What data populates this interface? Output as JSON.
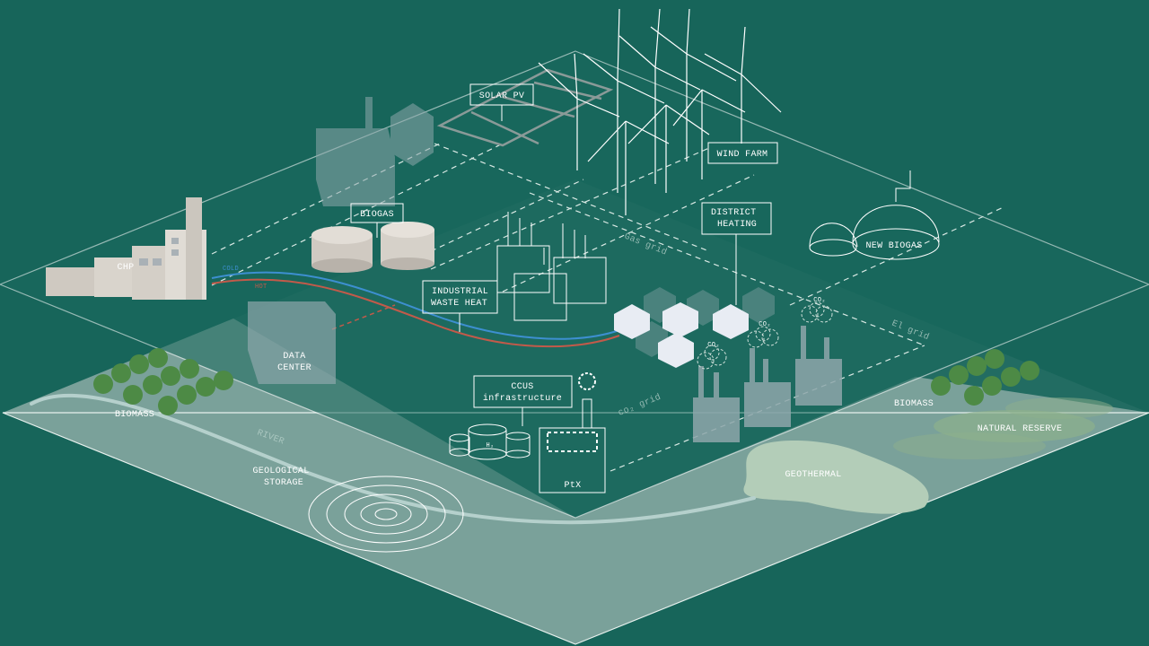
{
  "colors": {
    "background": "#17655a",
    "lower_plane": "#7aa19a",
    "cold_pipe": "#3d8fd0",
    "hot_pipe": "#c25a4a",
    "trees": "#4d8a45",
    "geothermal": "#b3cdb8",
    "buildings": "#8ea7ab"
  },
  "labels": {
    "solar_pv": "SOLAR PV",
    "wind_farm": "WIND FARM",
    "biogas": "BIOGAS",
    "chp": "CHP",
    "cold": "COLD",
    "hot": "HOT",
    "district_heating_1": "DISTRICT",
    "district_heating_2": "HEATING",
    "new_biogas": "NEW BIOGAS",
    "gas_grid": "Gas grid",
    "el_grid": "El grid",
    "co2_grid": "co₂ grid",
    "industrial_1": "INDUSTRIAL",
    "industrial_2": "WASTE HEAT",
    "data_center_1": "DATA",
    "data_center_2": "CENTER",
    "ccus_1": "CCUS",
    "ccus_2": "infrastructure",
    "h2": "H₂",
    "ptx": "PtX",
    "co2": "CO₂",
    "biomass_left": "BIOMASS",
    "biomass_right": "BIOMASS",
    "river": "RIVER",
    "geo_storage_1": "GEOLOGICAL",
    "geo_storage_2": "STORAGE",
    "geothermal": "GEOTHERMAL",
    "natural_reserve": "NATURAL RESERVE"
  }
}
